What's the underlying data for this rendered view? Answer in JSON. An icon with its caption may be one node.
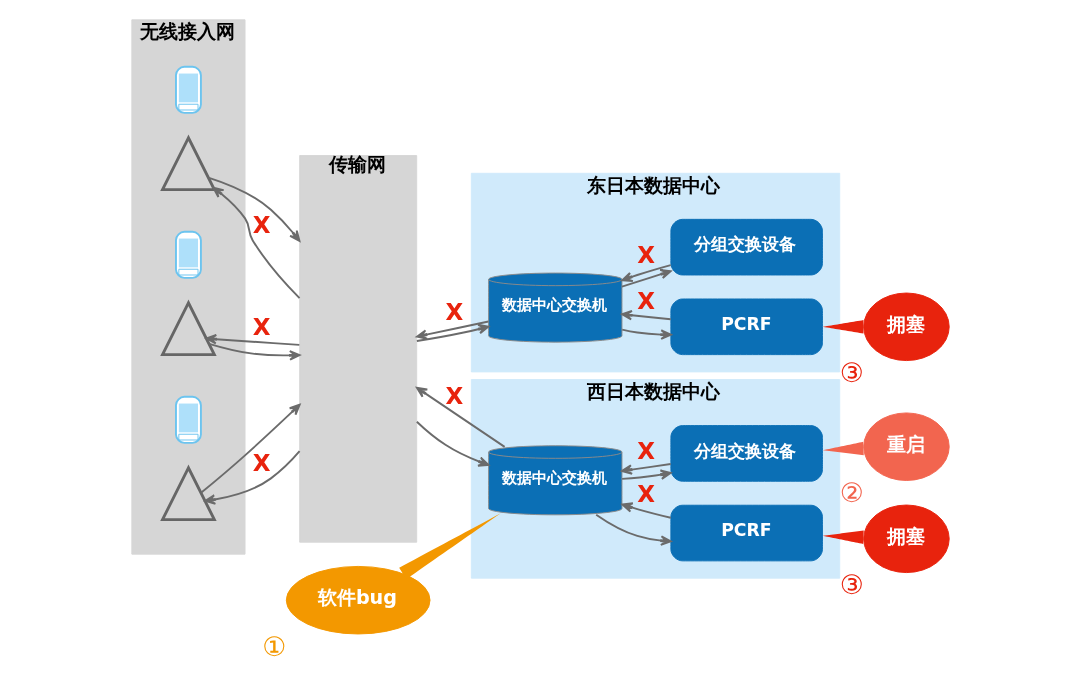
{
  "diagram": {
    "nodes": [
      {
        "text": [
          "无线接入网"
        ]
      },
      {
        "text": [],
        "shape": "picture",
        "in": 0
      },
      {
        "text": [],
        "shape": "picture",
        "in": 0
      },
      {
        "text": [],
        "shape": "picture",
        "in": 0
      },
      {
        "text": [],
        "shape": "picture",
        "in": 0
      },
      {
        "text": [],
        "shape": "picture",
        "in": 0
      },
      {
        "text": [],
        "shape": "picture",
        "in": 0
      },
      {
        "text": [
          "传输网"
        ]
      },
      {
        "text": [
          "软件bug"
        ],
        "beside": [
          "①"
        ]
      },
      {
        "text": [
          "西日本数据中心"
        ]
      },
      {
        "text": [
          "数据中心交换机"
        ],
        "in": 9
      },
      {
        "text": [
          "分组交换设备"
        ],
        "in": 9
      },
      {
        "text": [
          "PCRF"
        ],
        "in": 9
      },
      {
        "text": [
          "重启"
        ],
        "beside": [
          "②"
        ]
      },
      {
        "text": [
          "拥塞"
        ],
        "beside": [
          "③"
        ]
      },
      {
        "text": [
          "东日本数据中心"
        ]
      },
      {
        "text": [
          "数据中心交换机"
        ],
        "in": 15
      },
      {
        "text": [
          "分组交换设备"
        ],
        "in": 15
      },
      {
        "text": [
          "PCRF"
        ],
        "in": 15
      },
      {
        "text": [
          "拥塞"
        ],
        "beside": [
          "③"
        ]
      }
    ],
    "edges": [
      {
        "from": 2,
        "to": 7,
        "arrow": "to"
      },
      {
        "from": 7,
        "to": 2,
        "arrow": "to",
        "label": "X"
      },
      {
        "from": 4,
        "to": 7,
        "arrow": "to"
      },
      {
        "from": 7,
        "to": 4,
        "arrow": "to",
        "label": "X"
      },
      {
        "from": 6,
        "to": 7,
        "arrow": "to"
      },
      {
        "from": 7,
        "to": 6,
        "arrow": "to",
        "label": "X"
      },
      {
        "from": 7,
        "to": 16,
        "arrow": "to"
      },
      {
        "from": 16,
        "to": 7,
        "arrow": "to",
        "label": "X"
      },
      {
        "from": 7,
        "to": 10,
        "arrow": "to"
      },
      {
        "from": 10,
        "to": 7,
        "arrow": "to",
        "label": "X"
      },
      {
        "from": 10,
        "to": 11,
        "arrow": "to"
      },
      {
        "from": 11,
        "to": 10,
        "arrow": "to",
        "label": "X"
      },
      {
        "from": 10,
        "to": 12,
        "arrow": "to"
      },
      {
        "from": 12,
        "to": 10,
        "arrow": "to",
        "label": "X"
      },
      {
        "from": 16,
        "to": 18,
        "arrow": "to"
      },
      {
        "from": 18,
        "to": 16,
        "arrow": "to",
        "label": "X"
      },
      {
        "from": 16,
        "to": 17,
        "arrow": "to"
      },
      {
        "from": 17,
        "to": 16,
        "arrow": "to",
        "label": "X"
      },
      {
        "from": 8,
        "to": 10,
        "arrow": "none",
        "color": "#f39800"
      },
      {
        "from": 11,
        "to": 13,
        "arrow": "none",
        "color": "#f2654f"
      },
      {
        "from": 12,
        "to": 14,
        "arrow": "none",
        "color": "#e8230d"
      },
      {
        "from": 18,
        "to": 19,
        "arrow": "none",
        "color": "#e8230d"
      }
    ]
  }
}
